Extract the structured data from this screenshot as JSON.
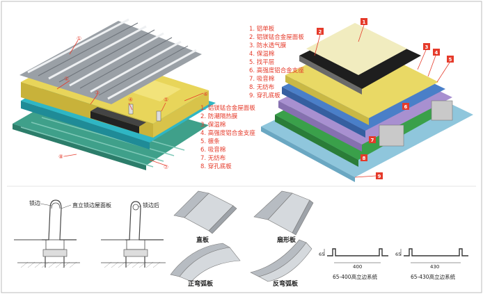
{
  "top_left": {
    "callouts": [
      "①",
      "②",
      "③",
      "④",
      "⑤",
      "⑥",
      "⑦",
      "⑧"
    ],
    "legend": [
      "1. 铝镁锰合金屋面板",
      "2. 防潮隔热膜",
      "3. 保温棉",
      "4. 高强度铝合金支座",
      "5. 檩条",
      "6. 吸音棉",
      "7. 无纺布",
      "8. 穿孔底板"
    ]
  },
  "top_right": {
    "badges": [
      "1",
      "2",
      "3",
      "4",
      "5",
      "6",
      "7",
      "8",
      "9"
    ],
    "legend": [
      "1. 铝单板",
      "2. 铝镁锰合金屋面板",
      "3. 防水透气膜",
      "4. 保温棉",
      "5. 找平层",
      "6. 高强度铝合金支座",
      "7. 吸音棉",
      "8. 无纺布",
      "9. 穿孔底板"
    ]
  },
  "seam_detail": {
    "left_label": "锁边",
    "middle_label": "直立锁边屋面板",
    "right_label": "锁边后"
  },
  "panels": {
    "captions": [
      "直板",
      "扇形板",
      "正弯弧板",
      "反弯弧板"
    ]
  },
  "profiles": [
    {
      "height_label": "65",
      "width_label": "400",
      "caption": "65-400高立边系统"
    },
    {
      "height_label": "65",
      "width_label": "430",
      "caption": "65-430高立边系统"
    }
  ]
}
